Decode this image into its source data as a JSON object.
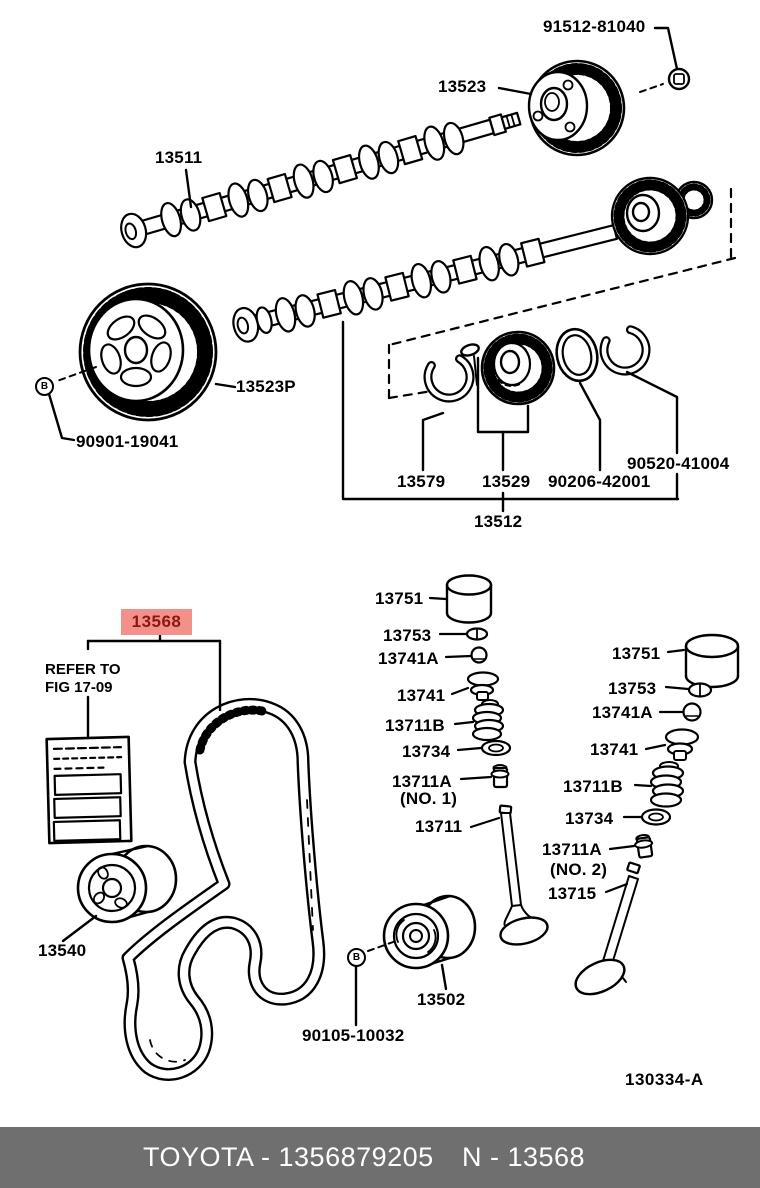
{
  "colors": {
    "ink": "#000000",
    "paper": "#ffffff",
    "highlight_bg": "#f29189",
    "highlight_fg": "#8b1710",
    "footer_bg": "#6f6f6f",
    "footer_fg": "#ffffff"
  },
  "figure": {
    "code": "130334-A"
  },
  "footer": {
    "left": "TOYOTA - 1356879205",
    "right": "N - 13568"
  },
  "selected_part": {
    "number": "13568"
  },
  "note": {
    "line1": "REFER TO",
    "line2": "FIG 17-09"
  },
  "symbols": {
    "bolt": "B"
  },
  "labels": {
    "p91512_81040": "91512-81040",
    "p13523": "13523",
    "p13511": "13511",
    "p13523p": "13523P",
    "p90901_19041": "90901-19041",
    "p13579": "13579",
    "p13529": "13529",
    "p90206_42001": "90206-42001",
    "p90520_41004": "90520-41004",
    "p13512": "13512",
    "p13568": "13568",
    "p13540": "13540",
    "p13502": "13502",
    "p90105_10032": "90105-10032",
    "mid": {
      "p13751": "13751",
      "p13753": "13753",
      "p13741a": "13741A",
      "p13741": "13741",
      "p13711b": "13711B",
      "p13734": "13734",
      "p13711a": "13711A",
      "p13711a_no": "(NO. 1)",
      "p13711": "13711"
    },
    "right": {
      "p13751": "13751",
      "p13753": "13753",
      "p13741a": "13741A",
      "p13741": "13741",
      "p13711b": "13711B",
      "p13734": "13734",
      "p13711a": "13711A",
      "p13711a_no": "(NO. 2)",
      "p13715": "13715"
    }
  }
}
